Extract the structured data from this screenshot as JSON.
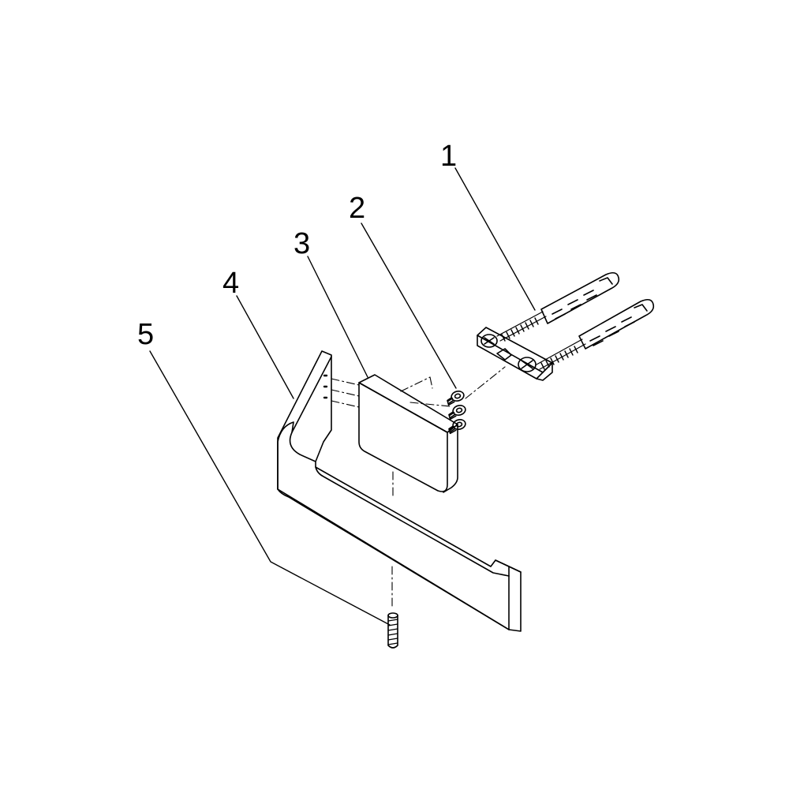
{
  "callouts": [
    {
      "label": "1",
      "part": "wall-anchors-and-screws"
    },
    {
      "label": "2",
      "part": "set-screws"
    },
    {
      "label": "3",
      "part": "mounting-block"
    },
    {
      "label": "4",
      "part": "holder-arm"
    },
    {
      "label": "5",
      "part": "grub-screw"
    }
  ],
  "colors": {
    "line": "#000000",
    "background": "#ffffff"
  }
}
